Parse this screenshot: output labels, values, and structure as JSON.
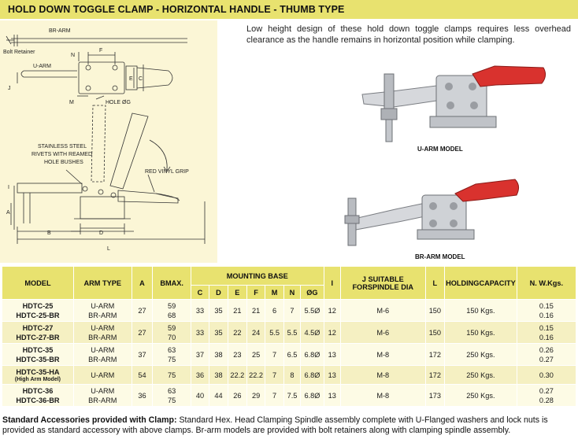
{
  "title": "HOLD DOWN TOGGLE CLAMP - HORIZONTAL HANDLE - THUMB TYPE",
  "description": "Low height design of these hold down toggle clamps requires less overhead clearance as the handle remains in horizontal position while clamping.",
  "drawing": {
    "labels": {
      "br_arm": "BR-ARM",
      "bolt_retainer": "Bolt Retainer",
      "u_arm": "U-ARM",
      "n": "N",
      "f": "F",
      "e": "E",
      "c": "C",
      "j": "J",
      "m": "M",
      "hole": "HOLE ØG",
      "stainless_1": "STAINLESS STEEL",
      "stainless_2": "RIVETS WITH REAMED",
      "stainless_3": "HOLE BUSHES",
      "red_vinyl": "RED VINYL GRIP",
      "i": "I",
      "a": "A",
      "b": "B",
      "d": "D",
      "l": "L"
    },
    "colors": {
      "background": "#fbf6d6",
      "line": "#333333"
    }
  },
  "photos": {
    "u_arm_caption": "U-ARM MODEL",
    "br_arm_caption": "BR-ARM MODEL",
    "grip_color": "#d9322e",
    "metal_color": "#c9ccd0"
  },
  "table": {
    "headers": {
      "model": "MODEL",
      "arm_type": "ARM TYPE",
      "a": "A",
      "b_1": "B",
      "b_2": "MAX.",
      "mounting_base": "MOUNTING BASE",
      "c": "C",
      "d": "D",
      "e": "E",
      "f": "F",
      "m": "M",
      "n": "N",
      "g": "ØG",
      "i": "I",
      "j_1": "J SUITABLE FOR",
      "j_2": "SPINDLE DIA",
      "l": "L",
      "holding_1": "HOLDING",
      "holding_2": "CAPACITY",
      "nw_1": "N. W.",
      "nw_2": "Kgs."
    },
    "rows": [
      {
        "model_1": "HDTC-25",
        "model_2": "HDTC-25-BR",
        "model_note": "",
        "arm_1": "U-ARM",
        "arm_2": "BR-ARM",
        "a": "27",
        "b_1": "59",
        "b_2": "68",
        "c": "33",
        "d": "35",
        "e": "21",
        "f": "21",
        "m": "6",
        "n": "7",
        "g": "5.5Ø",
        "i": "12",
        "j": "M-6",
        "l": "150",
        "capacity": "150 Kgs.",
        "nw_1": "0.15",
        "nw_2": "0.16"
      },
      {
        "model_1": "HDTC-27",
        "model_2": "HDTC-27-BR",
        "model_note": "",
        "arm_1": "U-ARM",
        "arm_2": "BR-ARM",
        "a": "27",
        "b_1": "59",
        "b_2": "70",
        "c": "33",
        "d": "35",
        "e": "22",
        "f": "24",
        "m": "5.5",
        "n": "5.5",
        "g": "4.5Ø",
        "i": "12",
        "j": "M-6",
        "l": "150",
        "capacity": "150 Kgs.",
        "nw_1": "0.15",
        "nw_2": "0.16"
      },
      {
        "model_1": "HDTC-35",
        "model_2": "HDTC-35-BR",
        "model_note": "",
        "arm_1": "U-ARM",
        "arm_2": "BR-ARM",
        "a": "37",
        "b_1": "63",
        "b_2": "75",
        "c": "37",
        "d": "38",
        "e": "23",
        "f": "25",
        "m": "7",
        "n": "6.5",
        "g": "6.8Ø",
        "i": "13",
        "j": "M-8",
        "l": "172",
        "capacity": "250 Kgs.",
        "nw_1": "0.26",
        "nw_2": "0.27"
      },
      {
        "model_1": "HDTC-35-HA",
        "model_2": "",
        "model_note": "(High Arm Model)",
        "arm_1": "U-ARM",
        "arm_2": "",
        "a": "54",
        "b_1": "75",
        "b_2": "",
        "c": "36",
        "d": "38",
        "e": "22.2",
        "f": "22.2",
        "m": "7",
        "n": "8",
        "g": "6.8Ø",
        "i": "13",
        "j": "M-8",
        "l": "172",
        "capacity": "250 Kgs.",
        "nw_1": "0.30",
        "nw_2": ""
      },
      {
        "model_1": "HDTC-36",
        "model_2": "HDTC-36-BR",
        "model_note": "",
        "arm_1": "U-ARM",
        "arm_2": "BR-ARM",
        "a": "36",
        "b_1": "63",
        "b_2": "75",
        "c": "40",
        "d": "44",
        "e": "26",
        "f": "29",
        "m": "7",
        "n": "7.5",
        "g": "6.8Ø",
        "i": "13",
        "j": "M-8",
        "l": "173",
        "capacity": "250 Kgs.",
        "nw_1": "0.27",
        "nw_2": "0.28"
      }
    ]
  },
  "footer": {
    "bold_lead": "Standard Accessories provided with Clamp:",
    "text": " Standard Hex. Head Clamping Spindle assembly complete with U-Flanged washers and lock nuts is provided as standard accessory with above clamps. Br-arm models are provided with bolt retainers along with clamping spindle assembly."
  },
  "colors": {
    "header_bg": "#e8e26f",
    "row_light": "#fdfbe5",
    "row_dark": "#f5f0c2"
  }
}
